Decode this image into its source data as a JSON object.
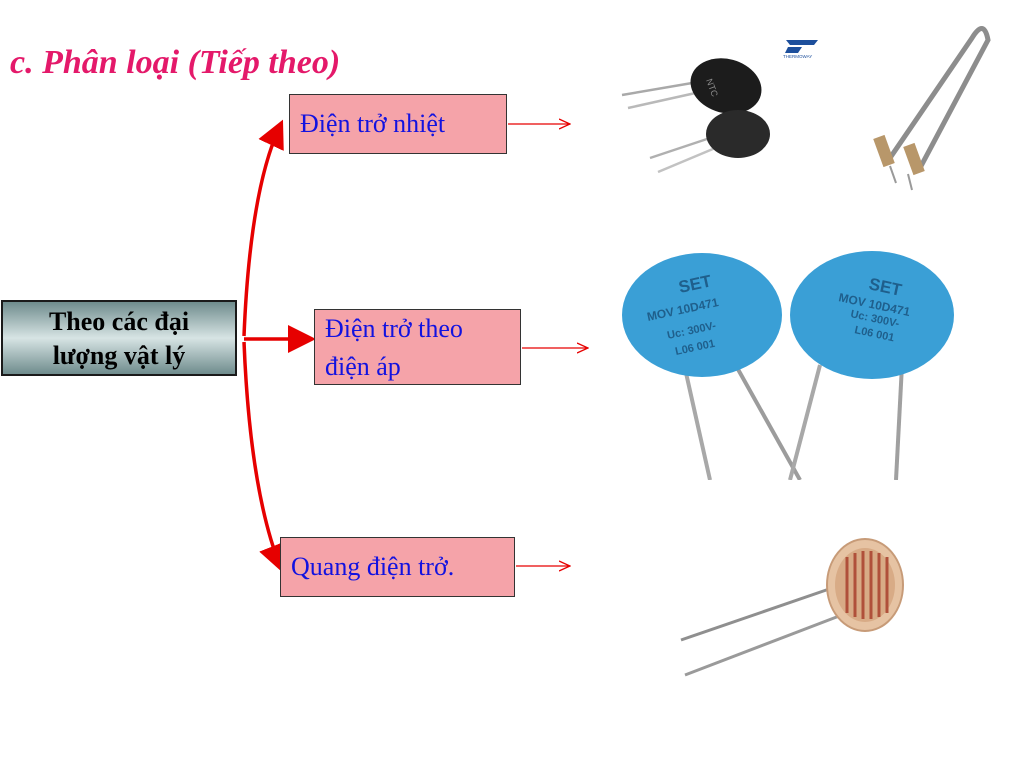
{
  "title": "c. Phân loại (Tiếp theo)",
  "root": {
    "line1": "Theo các đại",
    "line2": "lượng vật lý"
  },
  "branches": [
    {
      "label": "Điện trở nhiệt"
    },
    {
      "line1": "Điện trở theo",
      "line2": "điện áp"
    },
    {
      "label": "Quang điện trở."
    }
  ],
  "varistor_marking": {
    "brand": "SET",
    "model": "MOV 10D471",
    "voltage": "Uc: 300V-",
    "lot": "L06 001"
  },
  "thermistor_marking": "NTC",
  "logo_text": "THERMOWAY",
  "colors": {
    "title": "#e4196a",
    "branch_text": "#1212e0",
    "branch_fill": "#f5a3a9",
    "arrow": "#e60000",
    "varistor": "#3a9fd6"
  }
}
